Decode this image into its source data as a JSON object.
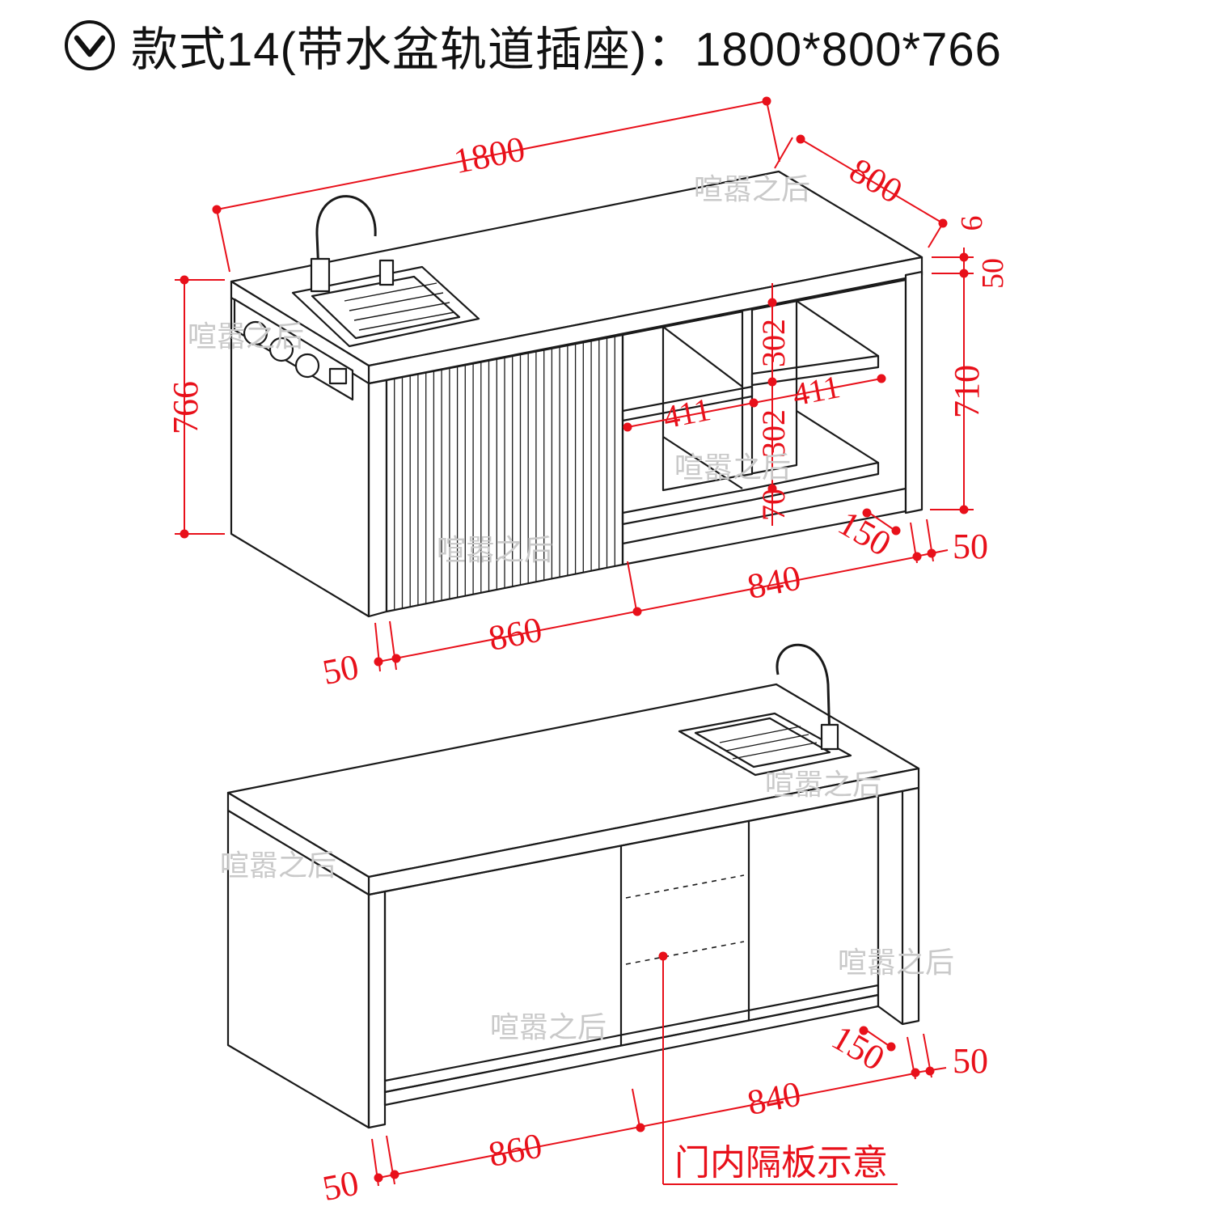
{
  "header": {
    "title": "款式14(带水盆轨道插座)：1800*800*766",
    "icon": "chevron-down-circle-icon"
  },
  "colors": {
    "dimension": "#e8101a",
    "line": "#1a1a1a",
    "watermark": "#c9c9c9"
  },
  "watermark": "喧嚣之后",
  "top_view": {
    "dims": {
      "width": "1800",
      "depth": "800",
      "height": "766",
      "top_edge": "6",
      "top_thick": "50",
      "side_height": "710",
      "shelf_h1": "302",
      "shelf_h2": "302",
      "plinth": "70",
      "shelf_w1": "411",
      "shelf_w2": "411",
      "front_left": "860",
      "front_right": "840",
      "side_left": "50",
      "inset": "150",
      "side_right": "50"
    }
  },
  "bottom_view": {
    "dims": {
      "front_left": "860",
      "front_right": "840",
      "side_left": "50",
      "inset": "150",
      "side_right": "50"
    },
    "note": "门内隔板示意"
  }
}
